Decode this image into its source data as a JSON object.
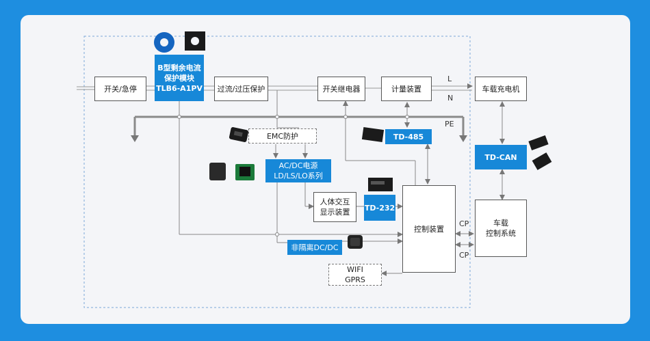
{
  "labels": {
    "switch_estop": "开关/急停",
    "rcd_line1": "B型剩余电流",
    "rcd_line2": "保护模块",
    "rcd_line3": "TLB6-A1PV",
    "ovp": "过流/过压保护",
    "relay": "开关继电器",
    "meter": "计量装置",
    "charger": "车载充电机",
    "emc": "EMC防护",
    "acdc_line1": "AC/DC电源",
    "acdc_line2": "LD/LS/LO系列",
    "hmi_line1": "人体交互",
    "hmi_line2": "显示装置",
    "td485": "TD-485",
    "td232": "TD-232",
    "tdcan": "TD-CAN",
    "control": "控制装置",
    "vehicle_line1": "车载",
    "vehicle_line2": "控制系统",
    "dcdc": "非隔离DC/DC",
    "wifi_line1": "WIFI",
    "wifi_line2": "GPRS",
    "L": "L",
    "N": "N",
    "PE": "PE",
    "CP1": "CP",
    "CP2": "CP"
  },
  "colors": {
    "background": "#1e8ee0",
    "card": "#f4f5f8",
    "module_blue": "#1788d8",
    "wire": "#888888"
  }
}
